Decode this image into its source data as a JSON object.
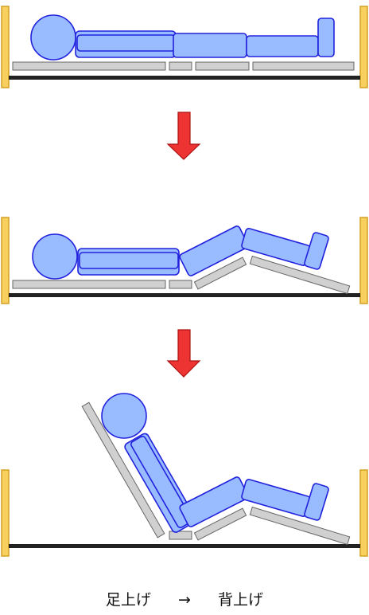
{
  "caption": {
    "left": "足上げ",
    "arrow": "→",
    "right": "背上げ"
  },
  "colors": {
    "bed_post_fill": "#f8d060",
    "bed_post_stroke": "#d4a020",
    "frame": "#222222",
    "board_fill": "#d0d0d0",
    "board_stroke": "#666666",
    "body_fill": "#99bbff",
    "body_stroke": "#2222dd",
    "arrow_fill": "#ee3333",
    "arrow_stroke": "#aa1111"
  },
  "icons": {
    "step_arrow": "down-arrow-icon",
    "post": "bed-post"
  },
  "states": [
    "flat",
    "legs-raised",
    "back-and-legs-raised"
  ]
}
